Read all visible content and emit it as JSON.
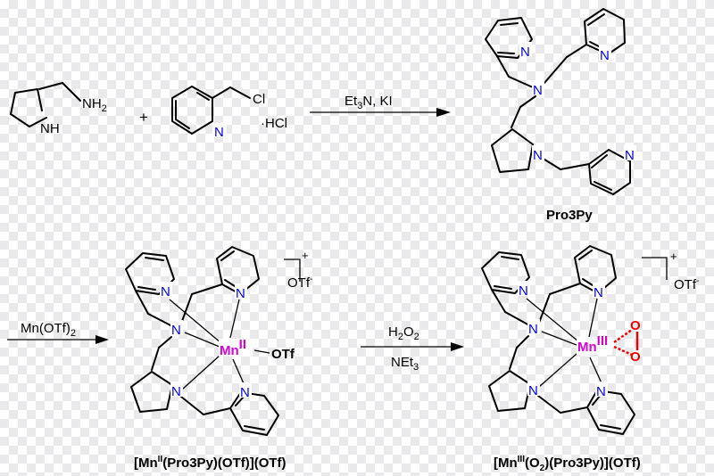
{
  "colors": {
    "nitrogen": "#0000ee",
    "manganese": "#d400d4",
    "oxygen": "#ee0000"
  },
  "atoms": {
    "N": "N",
    "NH": "NH",
    "NH2_main": "NH",
    "NH2_sub": "2",
    "Cl": "Cl",
    "HCl": "·HCl",
    "Mn": "Mn",
    "OTf": "OTf",
    "O": "O"
  },
  "plus_sign": "+",
  "reaction1": {
    "reagent_pre": "Et",
    "reagent_sub": "3",
    "reagent_post": "N, KI"
  },
  "product1_label": "Pro3Py",
  "reaction2": {
    "reagent_main": "Mn(OTf)",
    "reagent_sub": "2"
  },
  "complex1": {
    "superscript": "II",
    "charge": "+",
    "counterion": "OTf",
    "counterion_charge": "-"
  },
  "reaction3": {
    "line1_main": "H",
    "line1_sub1": "2",
    "line1_mid": "O",
    "line1_sub2": "2",
    "line2_main": "NEt",
    "line2_sub": "3"
  },
  "complex2": {
    "superscript": "III",
    "charge": "+",
    "counterion": "OTf",
    "counterion_charge": "-"
  },
  "label_complex1": {
    "p1": "[Mn",
    "sup": "II",
    "p2": "(Pro3Py)(OTf)](OTf)"
  },
  "label_complex2": {
    "p1": "[Mn",
    "sup": "III",
    "p2": "(O",
    "sub": "2",
    "p3": ")(Pro3Py)](OTf)"
  }
}
